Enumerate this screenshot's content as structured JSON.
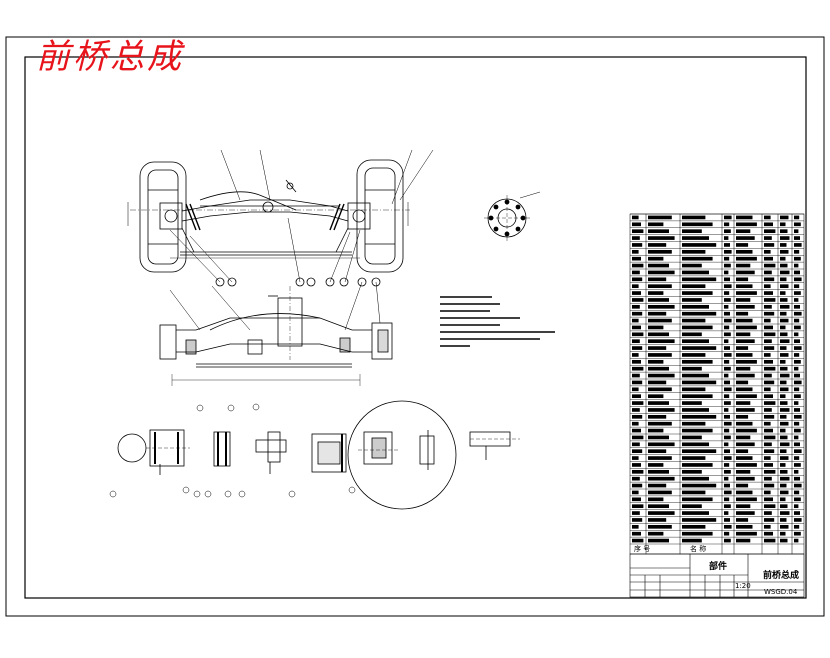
{
  "drawing": {
    "title": "前桥总成",
    "title_color": "#e8141b",
    "title_block": {
      "part_label": "部件",
      "drawing_name": "前桥总成",
      "scale": "1:20",
      "drawing_no": "WSGD.04"
    },
    "bom_footer": {
      "col_seq": "序 号",
      "col_name": "名 称"
    }
  }
}
